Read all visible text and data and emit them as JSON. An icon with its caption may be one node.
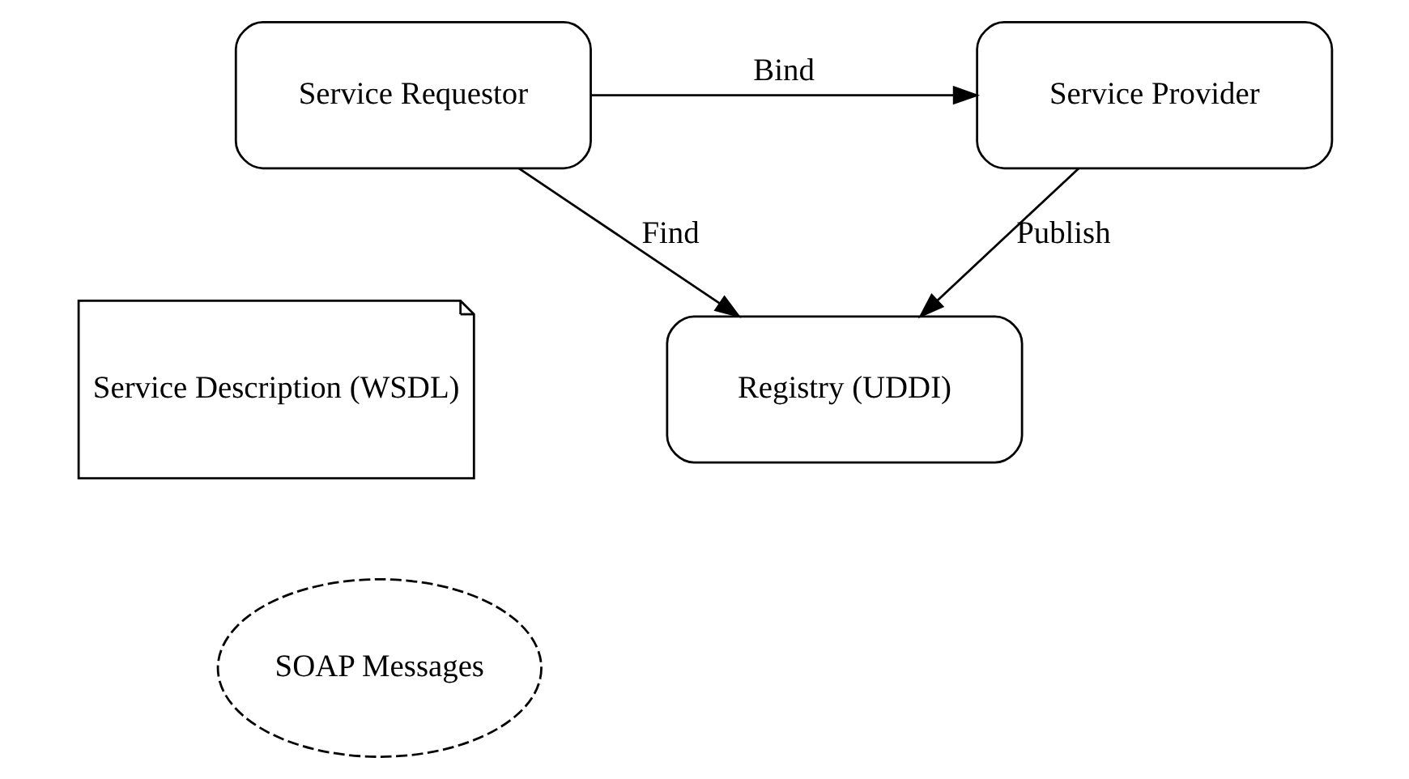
{
  "diagram": {
    "nodes": [
      {
        "text": [
          "Registry (UDDI)"
        ]
      },
      {
        "text": [
          "Service Description (WSDL)"
        ]
      },
      {
        "text": [
          "SOAP Messages"
        ]
      },
      {
        "text": [
          "Service Requestor"
        ]
      },
      {
        "text": [
          "Service Provider"
        ]
      }
    ],
    "edges": [
      {
        "from": 3,
        "to": 0,
        "arrow": "to",
        "label": "Find"
      },
      {
        "from": 4,
        "to": 0,
        "arrow": "to",
        "label": "Publish"
      },
      {
        "from": 3,
        "to": 4,
        "arrow": "to",
        "label": "Bind"
      }
    ]
  }
}
